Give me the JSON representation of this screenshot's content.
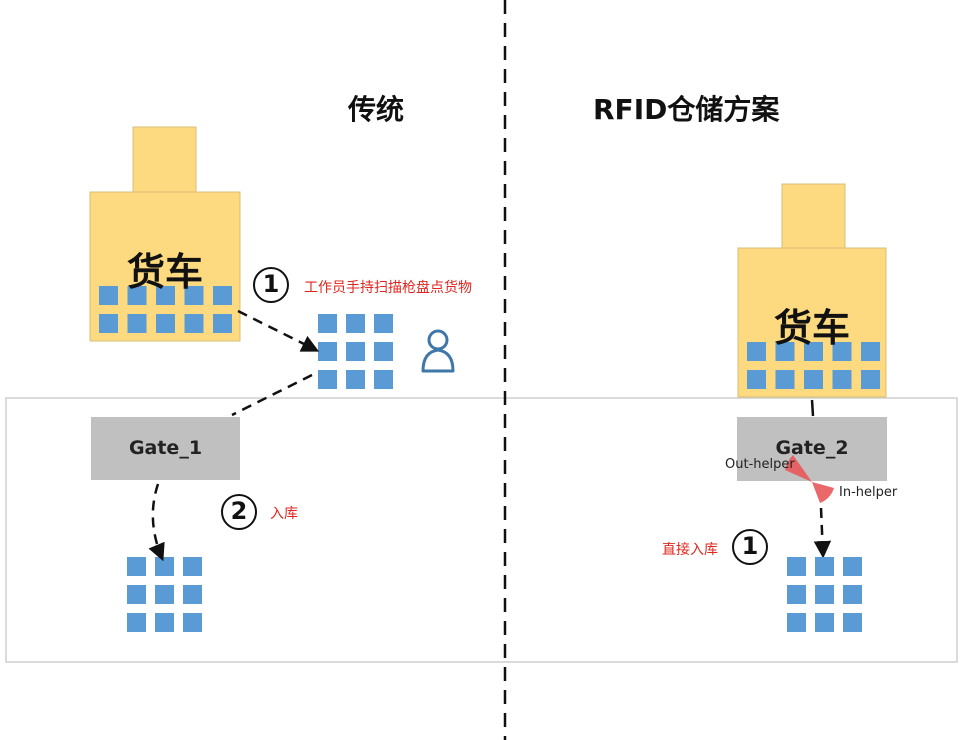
{
  "left": {
    "title": "传统",
    "truck_label": "货车",
    "gate_label": "Gate_1",
    "step1": {
      "number": "1",
      "text": "工作员手持扫描枪盘点货物"
    },
    "step2": {
      "number": "2",
      "text": "入库"
    }
  },
  "right": {
    "title": "RFID仓储方案",
    "truck_label": "货车",
    "gate_label": "Gate_2",
    "out_helper": "Out-helper",
    "in_helper": "In-helper",
    "step1": {
      "number": "1",
      "text": "直接入库"
    }
  },
  "colors": {
    "truck_fill": "#fdd97f",
    "box_fill": "#5b9bd5",
    "gate_fill": "#c0c0c0",
    "annotation_red": "#e0261f",
    "sensor_red": "#e8585a",
    "person_blue": "#3f77a8"
  },
  "icons": {
    "worker": "person-icon"
  }
}
